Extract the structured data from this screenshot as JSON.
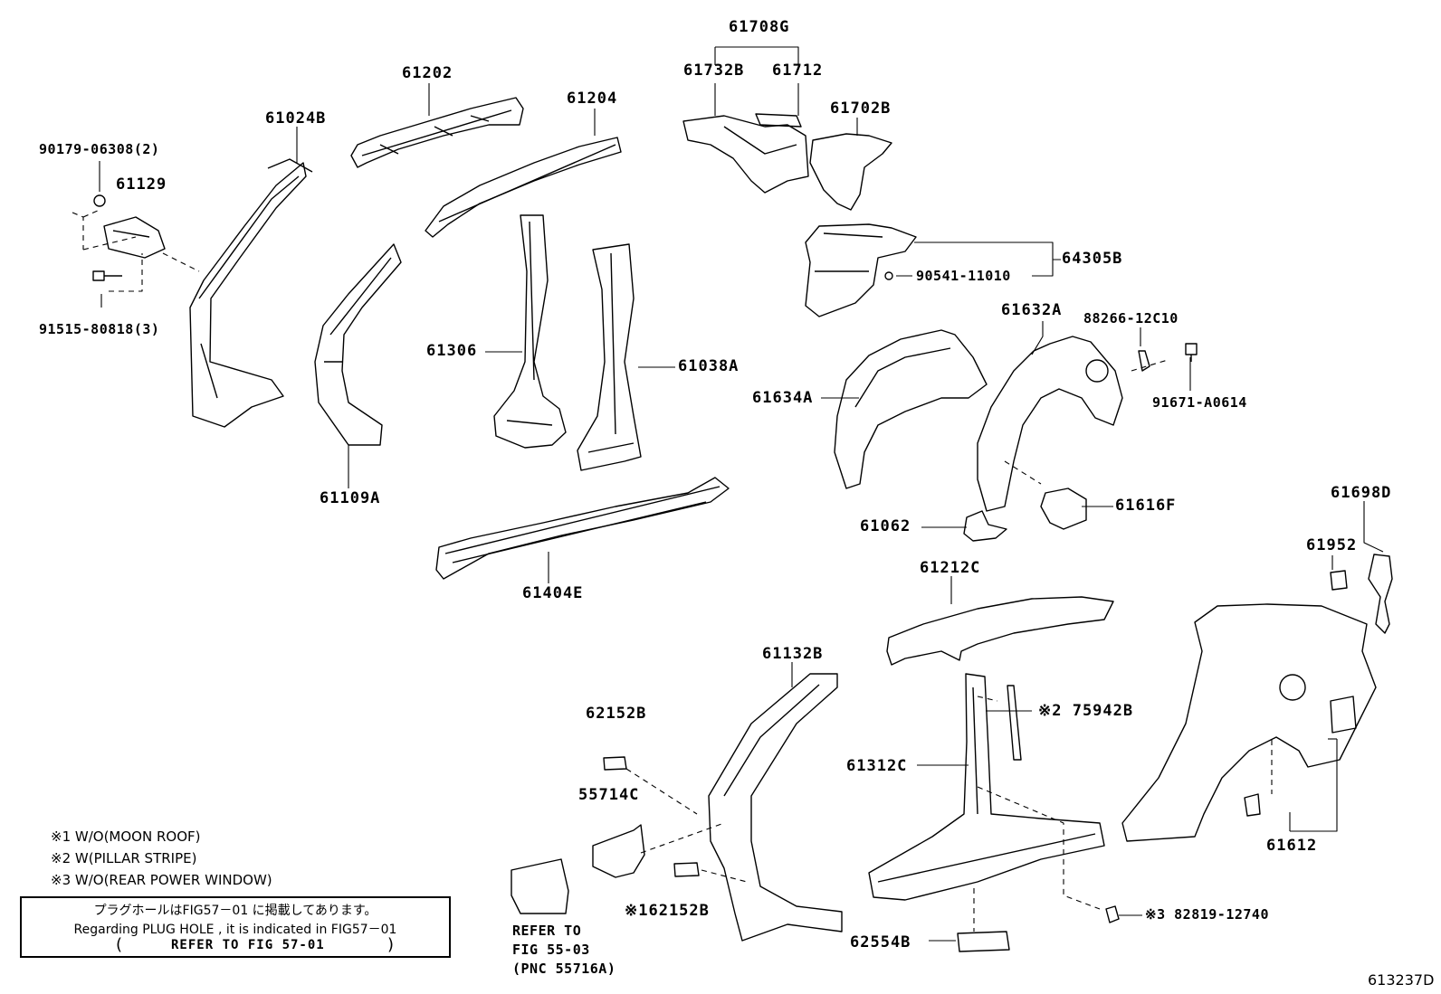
{
  "figure_id": "613237D",
  "labels": {
    "p61708G": "61708G",
    "p61732B": "61732B",
    "p61712": "61712",
    "p61702B": "61702B",
    "p61202": "61202",
    "p61204": "61204",
    "p61024B": "61024B",
    "p90179": "90179-06308(2)",
    "p61129": "61129",
    "p91515": "91515-80818(3)",
    "p64305B": "64305B",
    "p90541": "90541-11010",
    "p61632A": "61632A",
    "p88266": "88266-12C10",
    "p91671": "91671-A0614",
    "p61306": "61306",
    "p61038A": "61038A",
    "p61634A": "61634A",
    "p61109A": "61109A",
    "p61616F": "61616F",
    "p61062": "61062",
    "p61404E": "61404E",
    "p61698D": "61698D",
    "p61952": "61952",
    "p61212C": "61212C",
    "p61132B": "61132B",
    "p62152B": "62152B",
    "p75942B": "※2 75942B",
    "p61312C": "61312C",
    "p55714C": "55714C",
    "p162152B": "※162152B",
    "p82819": "※3  82819-12740",
    "p61612": "61612",
    "p62554B": "62554B",
    "refer1": "REFER TO",
    "refer2": "FIG 55-03",
    "refer3": "(PNC 55716A)"
  },
  "notes": [
    "※1 W/O(MOON ROOF)",
    "※2 W(PILLAR STRIPE)",
    "※3 W/O(REAR POWER WINDOW)"
  ],
  "plug_hole_box": {
    "japanese": "プラグホールはFIG57－01 に掲載してあります。",
    "english": "Regarding  PLUG HOLE , it is indicated in FIG57－01",
    "open_paren": "(",
    "refer": "REFER TO FIG 57-01",
    "close_paren": ")"
  }
}
